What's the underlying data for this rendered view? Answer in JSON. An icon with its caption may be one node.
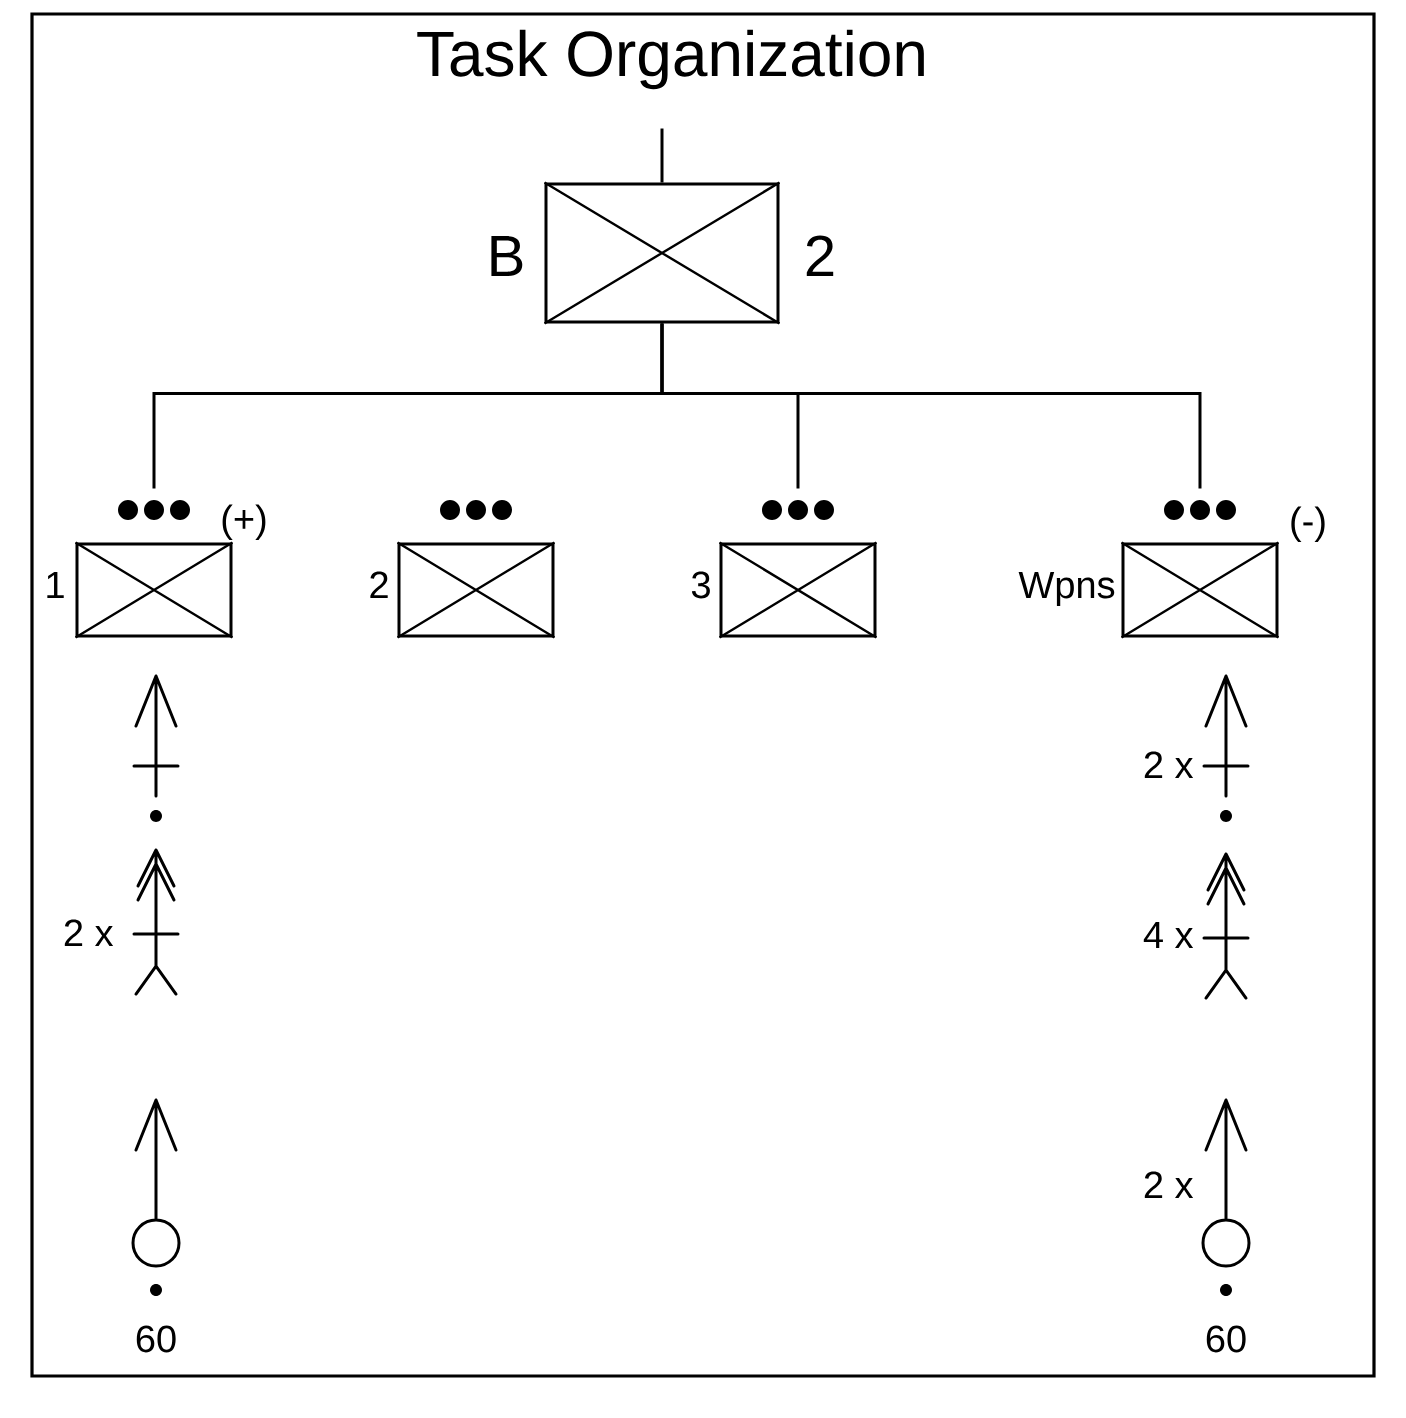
{
  "diagram": {
    "title": "Task Organization",
    "nodes": [
      {
        "text": [],
        "shape": "box",
        "beside": [
          "B",
          "2"
        ]
      },
      {
        "text": [],
        "shape": "box",
        "beside": [
          "1",
          "(+)"
        ]
      },
      {
        "text": [],
        "shape": "box",
        "beside": [
          "2"
        ]
      },
      {
        "text": [],
        "shape": "box",
        "beside": [
          "3"
        ]
      },
      {
        "text": [],
        "shape": "box",
        "beside": [
          "Wpns",
          "(-)"
        ]
      },
      {
        "text": [],
        "shape": "picture"
      },
      {
        "text": [],
        "shape": "picture",
        "beside": [
          "2 x"
        ]
      },
      {
        "text": [],
        "shape": "picture",
        "beside": [
          "2 x"
        ]
      },
      {
        "text": [],
        "shape": "picture",
        "beside": [
          "4 x"
        ]
      },
      {
        "text": [],
        "shape": "picture",
        "beside": [
          "60"
        ]
      },
      {
        "text": [],
        "shape": "picture",
        "beside": [
          "2 x",
          "60"
        ]
      }
    ],
    "edges": [
      {
        "from": 0,
        "to": null,
        "arrow": "none"
      },
      {
        "from": 0,
        "to": 1,
        "arrow": "none"
      },
      {
        "from": 0,
        "to": 3,
        "arrow": "none"
      },
      {
        "from": 0,
        "to": 4,
        "arrow": "none"
      }
    ]
  }
}
